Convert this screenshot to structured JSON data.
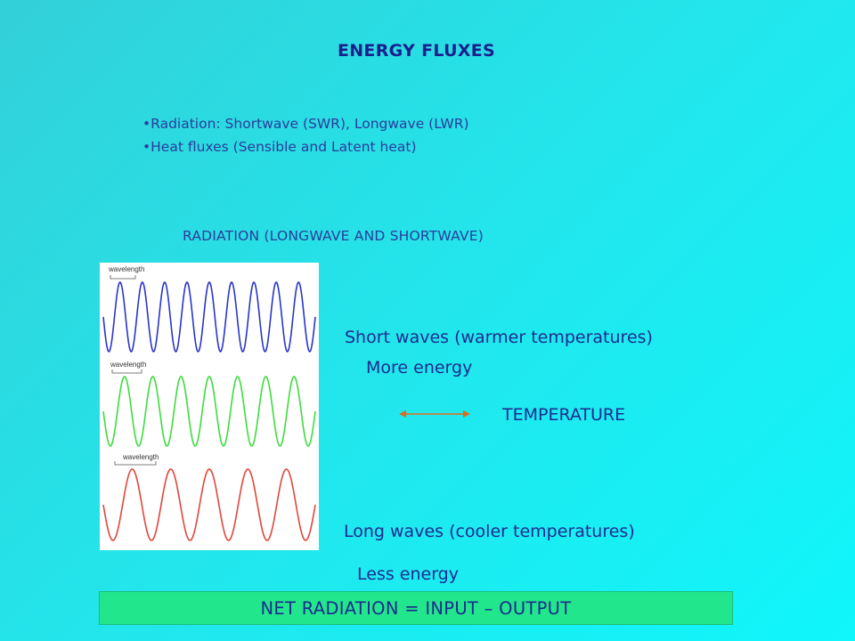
{
  "title": "ENERGY FLUXES",
  "bullets": [
    "•Radiation: Shortwave (SWR), Longwave (LWR)",
    "•Heat fluxes (Sensible and Latent heat)"
  ],
  "section_heading": "RADIATION (LONGWAVE AND SHORTWAVE)",
  "figure": {
    "wavelength_label": "wavelength",
    "waves": [
      {
        "color": "#2a35c8",
        "cycles": 9.5
      },
      {
        "color": "#3ddc3d",
        "cycles": 7.5
      },
      {
        "color": "#e0463a",
        "cycles": 5.5
      }
    ]
  },
  "short_waves": "Short waves (warmer temperatures)",
  "more_energy": "More energy",
  "temperature": "TEMPERATURE",
  "arrow_color": "#e06a1a",
  "long_waves": "Long waves (cooler temperatures)",
  "less_energy": "Less energy",
  "net_radiation": "NET RADIATION = INPUT – OUTPUT"
}
